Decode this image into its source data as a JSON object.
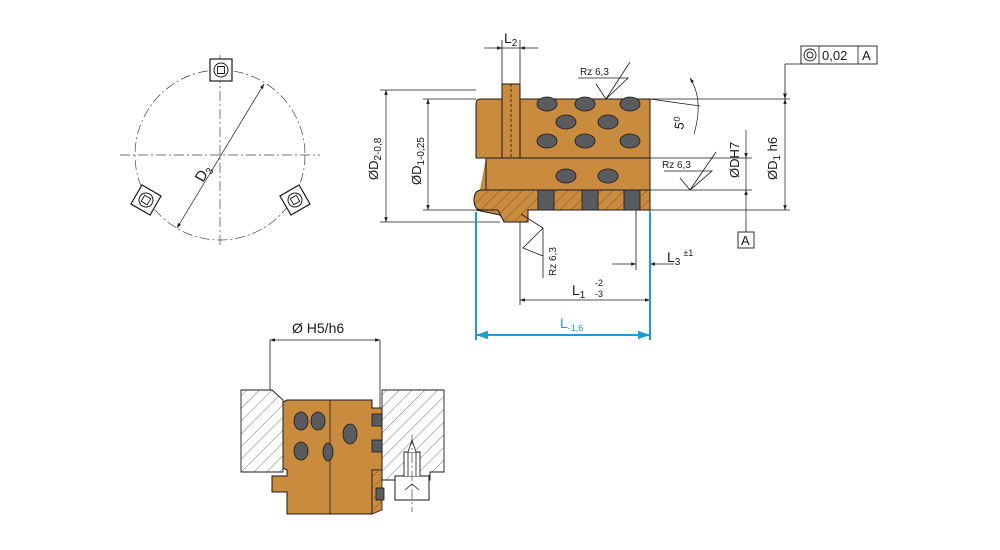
{
  "colors": {
    "bronze": "#c98b3d",
    "bronze_dark": "#a86d2a",
    "graphite": "#5a5b5e",
    "dimension_blue": "#1f9bd8",
    "line": "#1a1a1a"
  },
  "labels": {
    "d3": "D",
    "d3_sub": "3",
    "l2": "L",
    "l2_sub": "2",
    "rz_top": "Rz 6,3",
    "rz_mid": "Rz 6,3",
    "rz_bottom": "Rz 6,3",
    "angle": "5",
    "angle_sup": "0",
    "concentricity_value": "0,02",
    "concentricity_datum": "A",
    "datum_a": "A",
    "d2": "ØD",
    "d2_sub": "2-0,8",
    "d1_tol": "ØD",
    "d1_tol_sub": "1-0,25",
    "dh7": "ØDH7",
    "d1h6": "ØD",
    "d1h6_sub": "1",
    "d1h6_suffix": " h6",
    "l3": "L",
    "l3_sub": "3",
    "l3_tol": "±1",
    "l1": "L",
    "l1_sub": "1",
    "l1_tol_upper": "-2",
    "l1_tol_lower": "-3",
    "l_total": "L",
    "l_total_tol": "-1,6",
    "fit": "Ø H5/h6"
  }
}
